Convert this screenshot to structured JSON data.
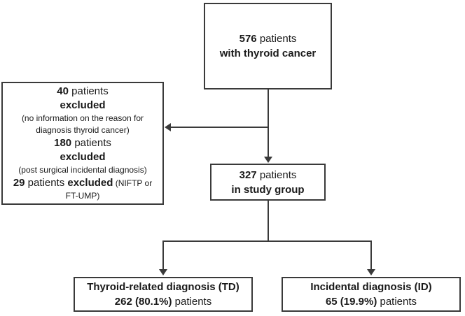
{
  "colors": {
    "line": "#3a3a3a",
    "box_border": "#3a3a3a",
    "text": "#1a1a1a",
    "background": "#ffffff"
  },
  "nodes": {
    "total": {
      "count": "576",
      "count_suffix": " patients",
      "line2": "with thyroid cancer"
    },
    "excluded": {
      "l1_count": "40",
      "l1_rest": " patients",
      "l2": "excluded",
      "l3": "(no information on the reason for",
      "l4": "diagnosis thyroid cancer)",
      "l5_count": "180",
      "l5_rest": " patients",
      "l6": "excluded",
      "l7": "(post surgical incidental diagnosis)",
      "l8_count": "29",
      "l8_mid": " patients ",
      "l8_bold": "excluded",
      "l8_small": " (NIFTP or",
      "l9": "FT-UMP)"
    },
    "study_group": {
      "count": "327",
      "count_suffix": " patients",
      "line2": "in study group"
    },
    "td": {
      "line1": "Thyroid-related diagnosis (TD)",
      "line2_bold": "262 (80.1%)",
      "line2_rest": " patients"
    },
    "id": {
      "line1": "Incidental diagnosis (ID)",
      "line2_bold": "65 (19.9%)",
      "line2_rest": " patients"
    }
  }
}
